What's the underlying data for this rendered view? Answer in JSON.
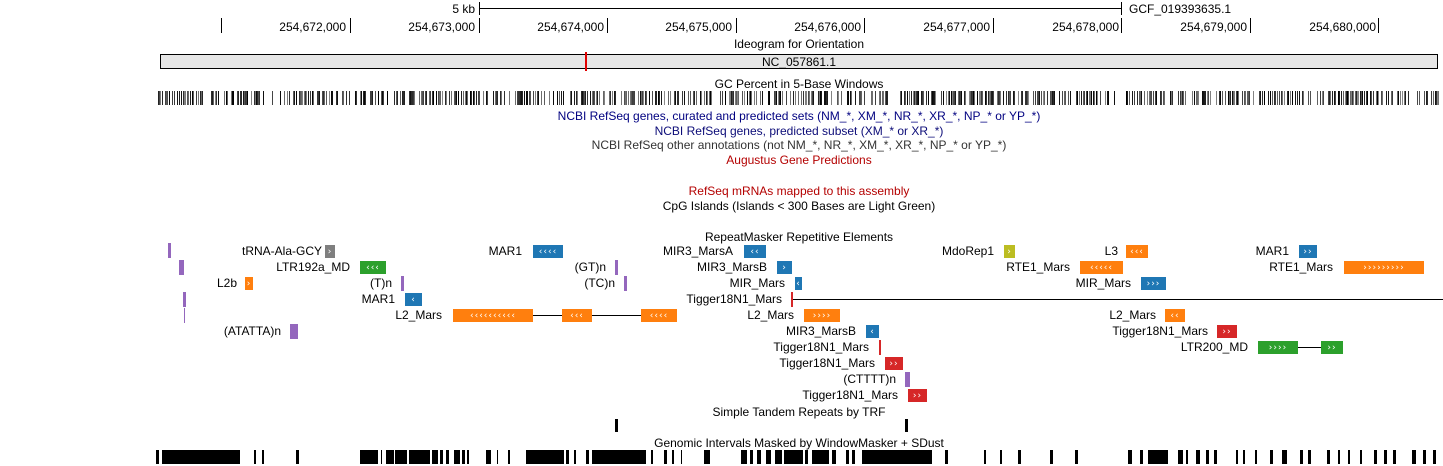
{
  "ruler": {
    "scale_label": "5 kb",
    "assembly": "GCF_019393635.1",
    "positions": [
      "254,672,000",
      "254,673,000",
      "254,674,000",
      "254,675,000",
      "254,676,000",
      "254,677,000",
      "254,678,000",
      "254,679,000",
      "254,680,000"
    ]
  },
  "ideogram": {
    "title": "Ideogram for Orientation",
    "chrom": "NC_057861.1"
  },
  "tracks": {
    "gc": "GC Percent in 5-Base Windows",
    "refseq_all": "NCBI RefSeq genes, curated and predicted sets (NM_*, XM_*, NR_*, XR_*, NP_* or YP_*)",
    "refseq_pred": "NCBI RefSeq genes, predicted subset (XM_* or XR_*)",
    "refseq_other": "NCBI RefSeq other annotations (not NM_*, NR_*, XM_*, XR_*, NP_* or YP_*)",
    "augustus": "Augustus Gene Predictions",
    "refseq_mrna": "RefSeq mRNAs mapped to this assembly",
    "cpg": "CpG Islands (Islands < 300 Bases are Light Green)",
    "rmsk": "RepeatMasker Repetitive Elements",
    "trf": "Simple Tandem Repeats by TRF",
    "wm": "Genomic Intervals Masked by WindowMasker + SDust"
  },
  "colors": {
    "refseq_all": "#000080",
    "refseq_pred": "#0c0c78",
    "augustus": "#b40000",
    "sine": "#1f77b4",
    "line": "#ff7f0e",
    "ltr": "#2ca02c",
    "dna": "#d62728",
    "simple": "#9467bd",
    "rna": "#7f7f7f",
    "other": "#bcbd22"
  },
  "repeats": {
    "trna_ala": "tRNA-Ala-GCY",
    "ltr192a": "LTR192a_MD",
    "l2b": "L2b",
    "tn": "(T)n",
    "mar1_a": "MAR1",
    "l2_mars_a": "L2_Mars",
    "atatta": "(ATATTA)n",
    "mar1_b": "MAR1",
    "gtn": "(GT)n",
    "tcn": "(TC)n",
    "mir3_marsa": "MIR3_MarsA",
    "mir3_marsb_a": "MIR3_MarsB",
    "mir_mars_a": "MIR_Mars",
    "tigger_a": "Tigger18N1_Mars",
    "l2_mars_b": "L2_Mars",
    "mir3_marsb_b": "MIR3_MarsB",
    "tigger_b": "Tigger18N1_Mars",
    "tigger_c": "Tigger18N1_Mars",
    "ctttt": "(CTTTT)n",
    "tigger_d": "Tigger18N1_Mars",
    "mdorep1": "MdoRep1",
    "l3": "L3",
    "rte1_mars_a": "RTE1_Mars",
    "mir_mars_b": "MIR_Mars",
    "l2_mars_c": "L2_Mars",
    "tigger_e": "Tigger18N1_Mars",
    "ltr200": "LTR200_MD",
    "mar1_c": "MAR1",
    "rte1_mars_b": "RTE1_Mars"
  }
}
